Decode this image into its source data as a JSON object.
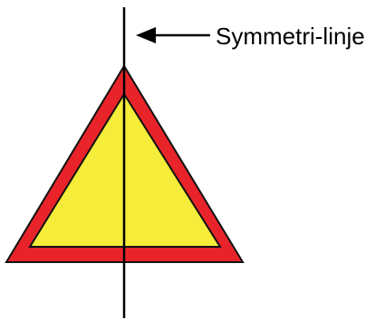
{
  "label": {
    "text": "Symmetri-linje"
  },
  "colors": {
    "border": "#e8242a",
    "fill": "#f6ec3a",
    "outline": "#111111",
    "line": "#000000",
    "background": "#ffffff"
  },
  "shapes": {
    "triangle": "warning-triangle",
    "arrow": "left-arrow"
  }
}
